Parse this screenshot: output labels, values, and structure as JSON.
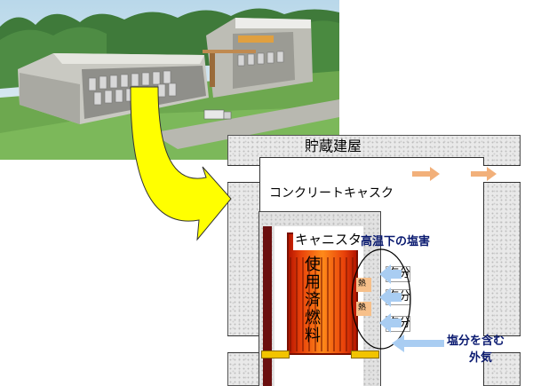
{
  "labels": {
    "storage_building": "貯蔵建屋",
    "concrete_cask": "コンクリートキャスク",
    "canister": "キャニスタ",
    "spent_fuel": [
      "使",
      "用",
      "済",
      "燃",
      "料"
    ],
    "heat": [
      "熱",
      "熱"
    ],
    "salt": [
      "塩分",
      "塩分",
      "塩分"
    ],
    "salt_damage": "高温下の塩害",
    "outside_air_line1": "塩分を含む",
    "outside_air_line2": "外気"
  },
  "colors": {
    "arrow_yellow": "#ffff00",
    "fuel_orange": "#e8420a",
    "salt_arrow": "#a9cdf2",
    "heat_box": "#f7c08a",
    "exhaust_arrow": "#f2b07a",
    "label_navy": "#0a1a70"
  }
}
